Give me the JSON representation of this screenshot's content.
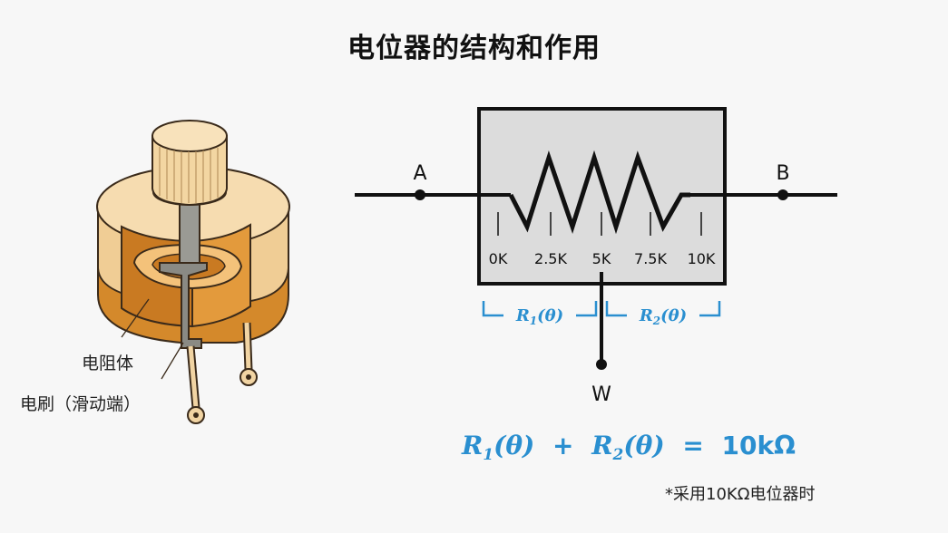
{
  "title": "电位器的结构和作用",
  "illustration": {
    "resistor_label": "电阻体",
    "wiper_label": "电刷（滑动端）"
  },
  "circuit": {
    "terminal_a": "A",
    "terminal_b": "B",
    "terminal_w": "W",
    "ticks": [
      "0K",
      "2.5K",
      "5K",
      "7.5K",
      "10K"
    ],
    "r1_label": "R",
    "r1_sub": "1",
    "r1_arg": "(θ)",
    "r2_label": "R",
    "r2_sub": "2",
    "r2_arg": "(θ)",
    "colors": {
      "accent": "#2a8fd0",
      "box_fill": "#dcdcdc",
      "wire": "#111111"
    }
  },
  "equation": {
    "r1": "R",
    "r1_sub": "1",
    "r1_arg": "(θ)",
    "plus": "+",
    "r2": "R",
    "r2_sub": "2",
    "r2_arg": "(θ)",
    "equals": "=",
    "value": "10kΩ"
  },
  "footnote": "*采用10KΩ电位器时"
}
